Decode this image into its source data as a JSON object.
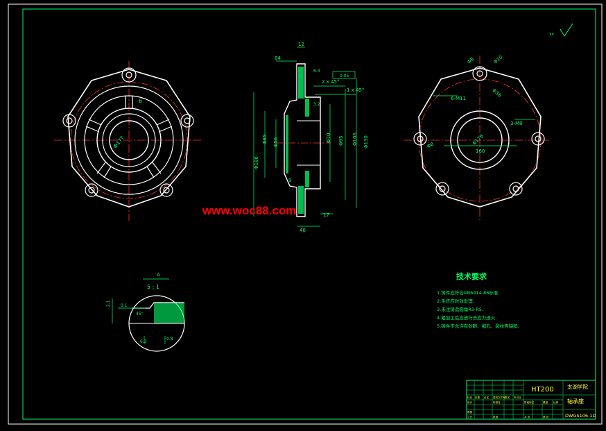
{
  "colors": {
    "background": "#000000",
    "border": "#ffffff",
    "frame": "#00ff66",
    "outline": "#ffffff",
    "centerline": "#ff3030",
    "dimension": "#00ff66",
    "section_hatch": "#00ff66",
    "title_text": "#ffff33",
    "watermark": "#ff0000"
  },
  "watermark": "www.woc88.com",
  "roughness_symbol": "xx",
  "front_view": {
    "labels": [
      "6",
      "Φ1??"
    ]
  },
  "section_view": {
    "labels": [
      "12",
      "84",
      "17",
      "48",
      "9",
      "Φ186",
      "Φ85",
      "Φ56",
      "Φ70",
      "Φ95",
      "Φ106",
      "Φ130",
      "1 x 45°",
      "2 x 45°",
      "6.3",
      "3.2",
      "0.05"
    ]
  },
  "rear_view": {
    "labels": [
      "Φ8",
      "Φ10",
      "6-M11",
      "3-M8",
      "Φ8",
      "Φ36",
      "Φ176",
      "160"
    ]
  },
  "detail": {
    "title": "A",
    "scale": "5 : 1",
    "labels": [
      "0.1",
      "45°",
      "2.1",
      "6.3",
      "0.8"
    ]
  },
  "tech_requirements": {
    "title": "技术要求",
    "items": [
      "1.铸件应符合GB6414-86标准.",
      "2.毛坯应时效处理.",
      "3.未注铸造圆角R3-R5.",
      "4.粗加工后应进行去应力退火.",
      "5.铸件不允许有砂眼、缩孔、裂纹等缺陷."
    ]
  },
  "title_block": {
    "material": "HT200",
    "school": "太湖学院",
    "part_name": "轴承座",
    "drawing_number": "DWGS106-1D",
    "small_labels": [
      "标记",
      "处数",
      "分区",
      "更改文件号",
      "签名",
      "年月日",
      "设计",
      "标准化",
      "阶段标记",
      "重量",
      "比例",
      "审核",
      "工艺",
      "批准",
      "共 张",
      "第 张"
    ]
  }
}
